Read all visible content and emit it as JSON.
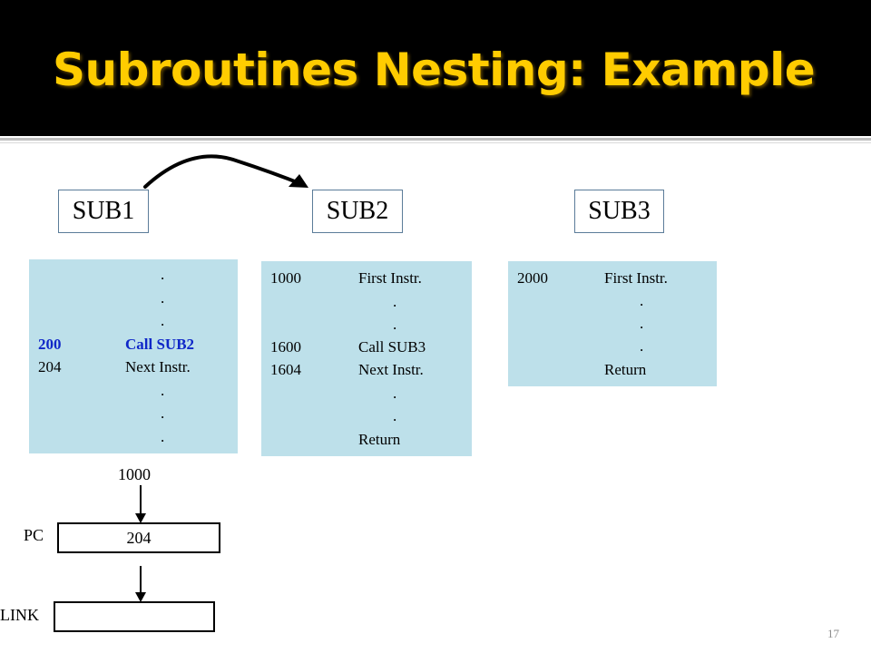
{
  "title": "Subroutines Nesting:  Example",
  "sub_labels": [
    "SUB1",
    "SUB2",
    "SUB3"
  ],
  "sub1": {
    "dots_top": [
      ".",
      ".",
      "."
    ],
    "call_addr": "200",
    "call_instr": "Call SUB2",
    "next_addr": "204",
    "next_instr": "Next Instr.",
    "dots_bottom": [
      ".",
      ".",
      "."
    ]
  },
  "sub2": {
    "first_addr": "1000",
    "first_instr": "First Instr.",
    "dots_a": [
      ".",
      "."
    ],
    "call_addr": "1600",
    "call_instr": "Call SUB3",
    "next_addr": "1604",
    "next_instr": "Next Instr.",
    "dots_b": [
      ".",
      "."
    ],
    "return_instr": "Return"
  },
  "sub3": {
    "first_addr": "2000",
    "first_instr": "First Instr.",
    "dots": [
      ".",
      ".",
      "."
    ],
    "return_instr": "Return"
  },
  "registers": {
    "input_value": "1000",
    "pc_label": "PC",
    "pc_value": "204",
    "link_label": "LINK",
    "link_value": ""
  },
  "page_number": "17",
  "colors": {
    "title_text": "#ffcc00",
    "title_bg": "#000000",
    "code_box_bg": "#bde0ea",
    "highlight_text": "#0f27c8"
  }
}
